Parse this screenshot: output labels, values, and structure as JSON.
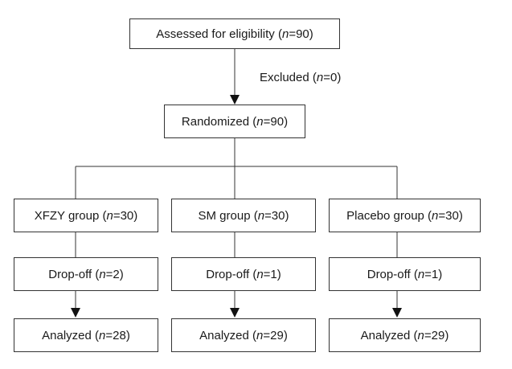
{
  "flowchart": {
    "assessed": {
      "prefix": "Assessed for eligibility (",
      "n": "n",
      "suffix": "=90)"
    },
    "excluded": {
      "prefix": "Excluded (",
      "n": "n",
      "suffix": "=0)"
    },
    "randomized": {
      "prefix": "Randomized (",
      "n": "n",
      "suffix": "=90)"
    },
    "groups": [
      {
        "group": {
          "prefix": "XFZY group (",
          "n": "n",
          "suffix": "=30)"
        },
        "dropoff": {
          "prefix": "Drop-off (",
          "n": "n",
          "suffix": "=2)"
        },
        "analyzed": {
          "prefix": "Analyzed (",
          "n": "n",
          "suffix": "=28)"
        }
      },
      {
        "group": {
          "prefix": "SM group (",
          "n": "n",
          "suffix": "=30)"
        },
        "dropoff": {
          "prefix": "Drop-off (",
          "n": "n",
          "suffix": "=1)"
        },
        "analyzed": {
          "prefix": "Analyzed (",
          "n": "n",
          "suffix": "=29)"
        }
      },
      {
        "group": {
          "prefix": "Placebo group (",
          "n": "n",
          "suffix": "=30)"
        },
        "dropoff": {
          "prefix": "Drop-off (",
          "n": "n",
          "suffix": "=1)"
        },
        "analyzed": {
          "prefix": "Analyzed (",
          "n": "n",
          "suffix": "=29)"
        }
      }
    ]
  }
}
